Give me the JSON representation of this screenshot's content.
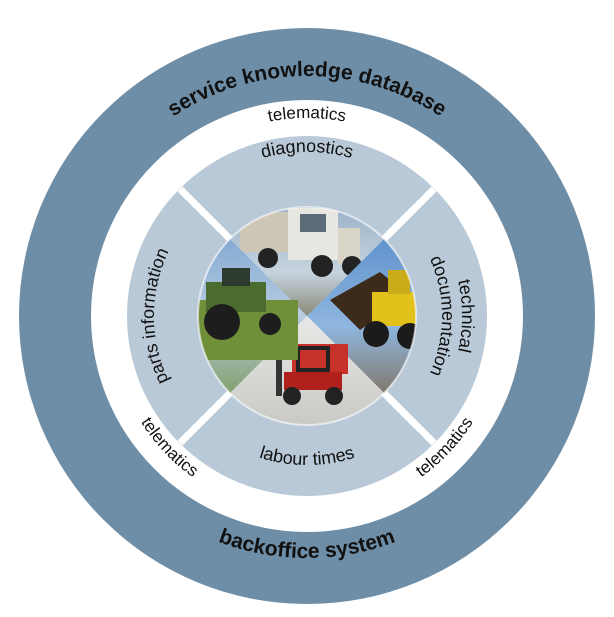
{
  "diagram": {
    "outer_ring": {
      "top_label": "service knowledge database",
      "bottom_label": "backoffice system",
      "color": "#6e8ea7"
    },
    "middle_ring": {
      "labels": [
        "telematics",
        "telematics",
        "telematics"
      ],
      "color": "#ffffff"
    },
    "inner_ring": {
      "color": "#b9c9d8",
      "sectors": [
        {
          "label": "diagnostics"
        },
        {
          "label_line1": "technical",
          "label_line2": "documentation"
        },
        {
          "label": "labour times"
        },
        {
          "label": "parts information"
        }
      ]
    },
    "center": {
      "photos": [
        "truck-photo",
        "loader-photo",
        "forklift-photo",
        "tractor-photo"
      ]
    }
  }
}
